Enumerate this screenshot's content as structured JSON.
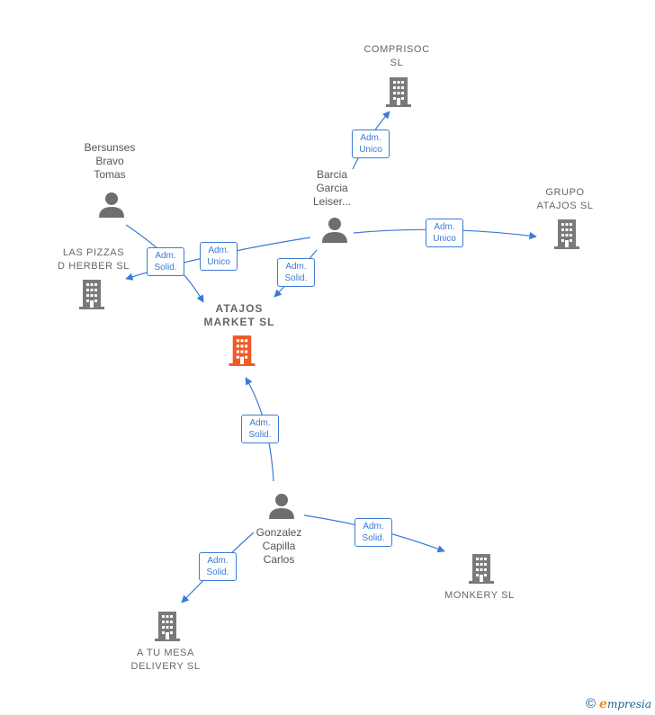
{
  "nodes": {
    "comprisoc": {
      "label": "COMPRISOC\nSL"
    },
    "bersunses": {
      "label": "Bersunses\nBravo\nTomas"
    },
    "barcia": {
      "label": "Barcia\nGarcia\nLeiser..."
    },
    "grupo_atajos": {
      "label": "GRUPO\nATAJOS SL"
    },
    "las_pizzas": {
      "label": "LAS PIZZAS\nD HERBER SL"
    },
    "atajos_market": {
      "label": "ATAJOS\nMARKET SL"
    },
    "gonzalez": {
      "label": "Gonzalez\nCapilla\nCarlos"
    },
    "monkery": {
      "label": "MONKERY SL"
    },
    "a_tu_mesa": {
      "label": "A TU MESA\nDELIVERY SL"
    }
  },
  "edges": {
    "barcia_comprisoc": "Adm.\nUnico",
    "barcia_grupo": "Adm.\nUnico",
    "barcia_laspizzas": "Adm.\nUnico",
    "barcia_atajos": "Adm.\nSolid.",
    "bersunses_atajos": "Adm.\nSolid.",
    "gonzalez_atajos": "Adm.\nSolid.",
    "gonzalez_monkery": "Adm.\nSolid.",
    "gonzalez_atumesa": "Adm.\nSolid."
  },
  "colors": {
    "edge": "#3a7bd5",
    "company_icon": "#7a7a7a",
    "main_icon": "#f05a28",
    "person_icon": "#6e6e6e"
  },
  "footer": {
    "copyright": "©",
    "brand_initial": "e",
    "brand_rest": "mpresia"
  }
}
